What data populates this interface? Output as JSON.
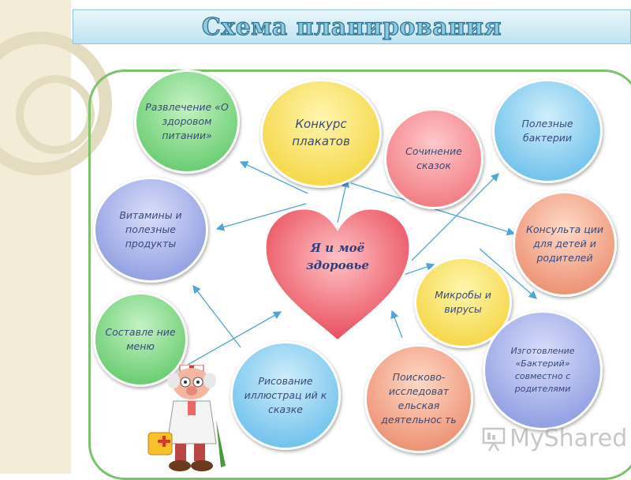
{
  "title": "Схема планирования",
  "center": {
    "line1": "Я и моё",
    "line2": "здоровье"
  },
  "nodes": {
    "razvlechenie": "Развлечение «О здоровом питании»",
    "konkurs": "Конкурс плакатов",
    "sochinenie": "Сочинение сказок",
    "poleznye_bakterii": "Полезные бактерии",
    "vitaminy": "Витамины и полезные продукты",
    "konsultacii": "Консульта ции для детей и родителей",
    "mikroby": "Микробы и вирусы",
    "sostavlenie": "Составле ние меню",
    "izgotovlenie": "Изготовление «Бактерий» совместно с родителями",
    "risovanie": "Рисование иллюстрац ий к сказке",
    "poiskovo": "Поисково-исследоват ельская деятельнос ть"
  },
  "watermark": {
    "text": "MyShared",
    "icon": "presentation-board-icon"
  },
  "illustration": "doctor-character-illustration",
  "colors": {
    "green": "#52c35b",
    "yellow": "#f2cf2a",
    "pink": "#ee6a72",
    "blue": "#58b6e8",
    "salmon": "#e87f5f",
    "lavender": "#7f8fdc",
    "heart": "#e9505e",
    "frame": "#7cc16b",
    "arrow": "#4fa6d6"
  }
}
